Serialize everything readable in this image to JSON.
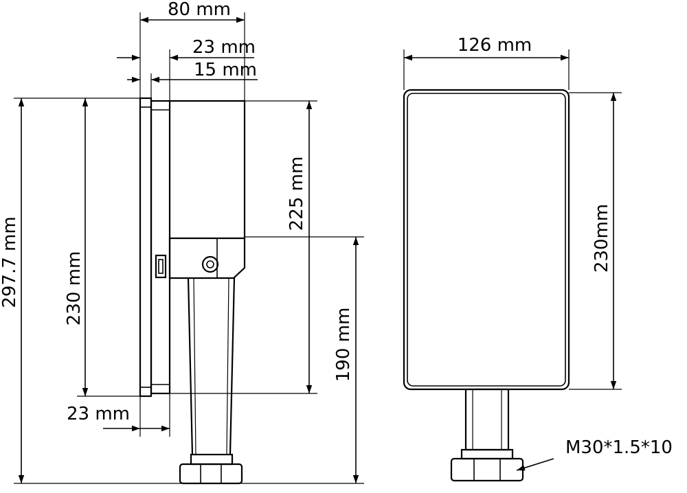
{
  "diagram": {
    "side_view": {
      "labels": {
        "width_total": "80 mm",
        "depth_23": "23 mm",
        "depth_15": "15 mm",
        "height_225": "225 mm",
        "height_total": "297.7 mm",
        "height_230": "230 mm",
        "height_190": "190 mm",
        "bottom_23": "23 mm"
      }
    },
    "front_view": {
      "labels": {
        "width_126": "126 mm",
        "height_230": "230mm",
        "thread": "M30*1.5*10"
      }
    }
  },
  "colors": {
    "line": "#000000",
    "background": "#ffffff"
  }
}
